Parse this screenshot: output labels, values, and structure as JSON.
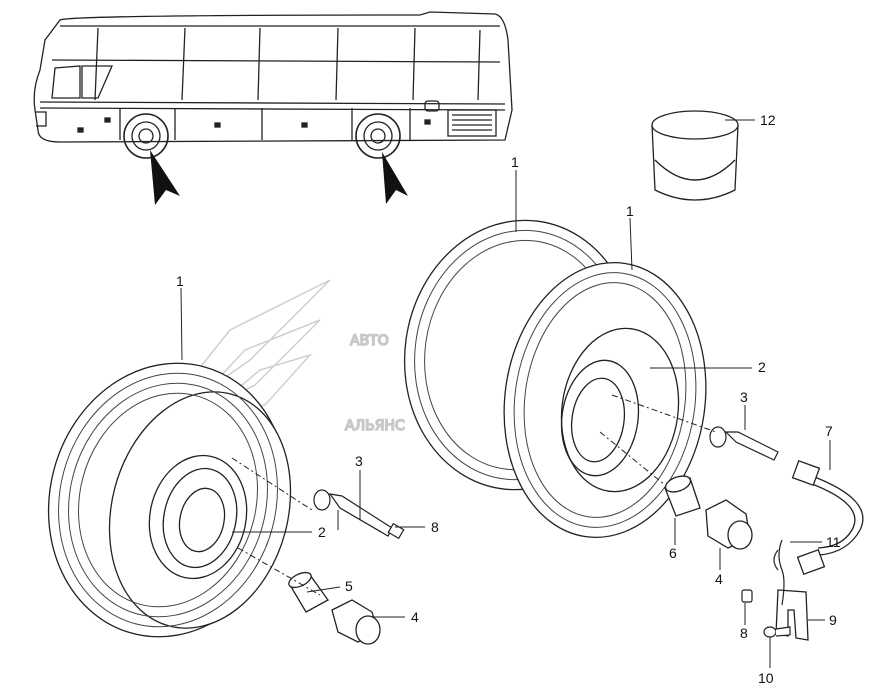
{
  "watermark": {
    "line1": "АВТО",
    "line2": "АЛЬЯНС"
  },
  "callouts": [
    {
      "id": "c1a",
      "text": "1"
    },
    {
      "id": "c1b",
      "text": "1"
    },
    {
      "id": "c1c",
      "text": "1"
    },
    {
      "id": "c2a",
      "text": "2"
    },
    {
      "id": "c2b",
      "text": "2"
    },
    {
      "id": "c3a",
      "text": "3"
    },
    {
      "id": "c3b",
      "text": "3"
    },
    {
      "id": "c4a",
      "text": "4"
    },
    {
      "id": "c4b",
      "text": "4"
    },
    {
      "id": "c5",
      "text": "5"
    },
    {
      "id": "c6",
      "text": "6"
    },
    {
      "id": "c7",
      "text": "7"
    },
    {
      "id": "c8a",
      "text": "8"
    },
    {
      "id": "c8b",
      "text": "8"
    },
    {
      "id": "c9",
      "text": "9"
    },
    {
      "id": "c10",
      "text": "10"
    },
    {
      "id": "c11",
      "text": "11"
    },
    {
      "id": "c12",
      "text": "12"
    }
  ]
}
